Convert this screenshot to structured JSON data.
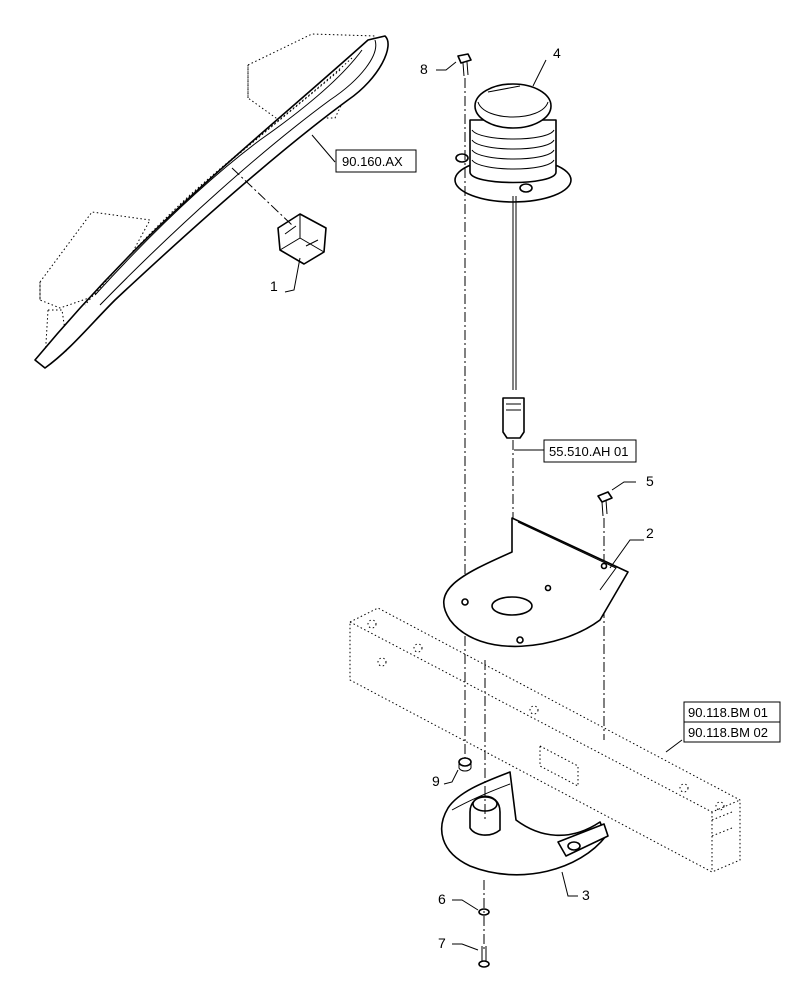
{
  "callouts": [
    "1",
    "2",
    "3",
    "4",
    "5",
    "6",
    "7",
    "8",
    "9"
  ],
  "references": {
    "cab_panel": "90.160.AX",
    "harness": "55.510.AH 01",
    "frame_a": "90.118.BM 01",
    "frame_b": "90.118.BM 02"
  }
}
